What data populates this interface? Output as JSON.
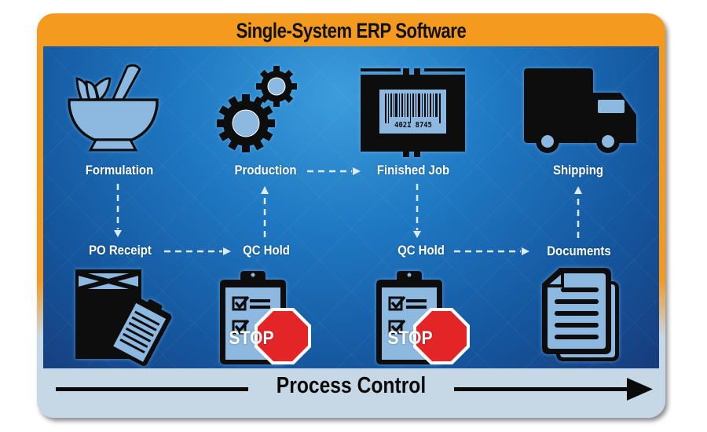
{
  "header": {
    "title": "Single-System ERP Software"
  },
  "footer": {
    "title": "Process Control"
  },
  "steps": [
    {
      "id": "formulation",
      "label": "Formulation",
      "icon": "mortar-pestle-icon"
    },
    {
      "id": "production",
      "label": "Production",
      "icon": "gears-icon"
    },
    {
      "id": "finished_job",
      "label": "Finished Job",
      "icon": "barcode-label-icon"
    },
    {
      "id": "shipping",
      "label": "Shipping",
      "icon": "delivery-truck-icon"
    },
    {
      "id": "po_receipt",
      "label": "PO Receipt",
      "icon": "box-clipboard-icon"
    },
    {
      "id": "qc_hold_1",
      "label": "QC Hold",
      "icon": "clipboard-stop-icon"
    },
    {
      "id": "qc_hold_2",
      "label": "QC Hold",
      "icon": "clipboard-stop-icon"
    },
    {
      "id": "documents",
      "label": "Documents",
      "icon": "documents-icon"
    }
  ],
  "flow": [
    [
      "formulation",
      "po_receipt"
    ],
    [
      "po_receipt",
      "qc_hold_1"
    ],
    [
      "qc_hold_1",
      "production"
    ],
    [
      "production",
      "finished_job"
    ],
    [
      "finished_job",
      "qc_hold_2"
    ],
    [
      "qc_hold_2",
      "documents"
    ],
    [
      "documents",
      "shipping"
    ]
  ],
  "barcode": {
    "digits_left": "4021",
    "digits_right": "8745"
  },
  "stop_sign": {
    "text": "STOP"
  },
  "colors": {
    "header_orange": "#f49a1f",
    "panel_blue": "#1f78c2",
    "icon_fill_light": "#8db8e0",
    "stop_red": "#e42528",
    "footer_gray_blue": "#c6d8e6"
  }
}
